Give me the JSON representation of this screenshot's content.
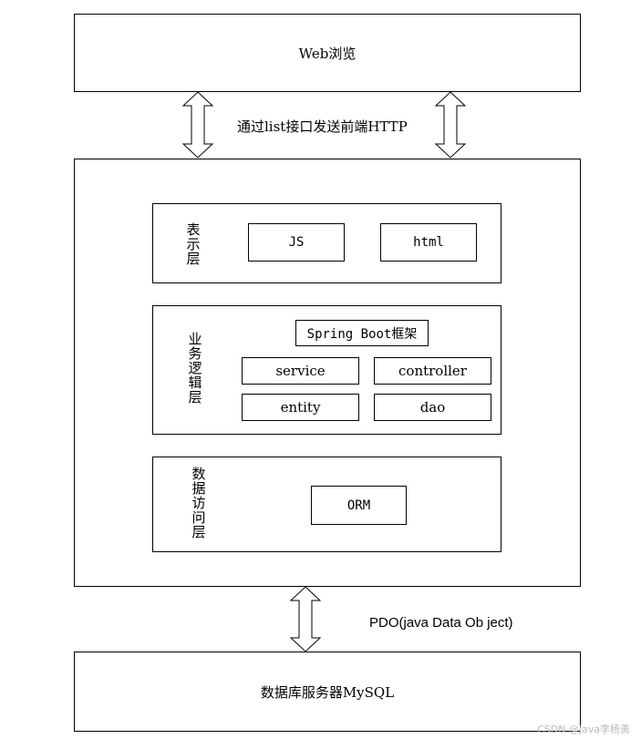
{
  "web_box": {
    "label": "Web浏览"
  },
  "top_connector": {
    "label": "通过list接口发送前端HTTP"
  },
  "presentation_layer": {
    "title": "表示层",
    "items": [
      "JS",
      "html"
    ]
  },
  "business_layer": {
    "title": "业务逻辑层",
    "framework": "Spring Boot框架",
    "items": [
      "service",
      "controller",
      "entity",
      "dao"
    ]
  },
  "data_access_layer": {
    "title": "数据访问层",
    "item": "ORM"
  },
  "bottom_connector": {
    "label": "PDO(java Data Ob ject)"
  },
  "db_box": {
    "label": "数据库服务器MySQL"
  },
  "watermark": "CSDN @java李杨勇"
}
